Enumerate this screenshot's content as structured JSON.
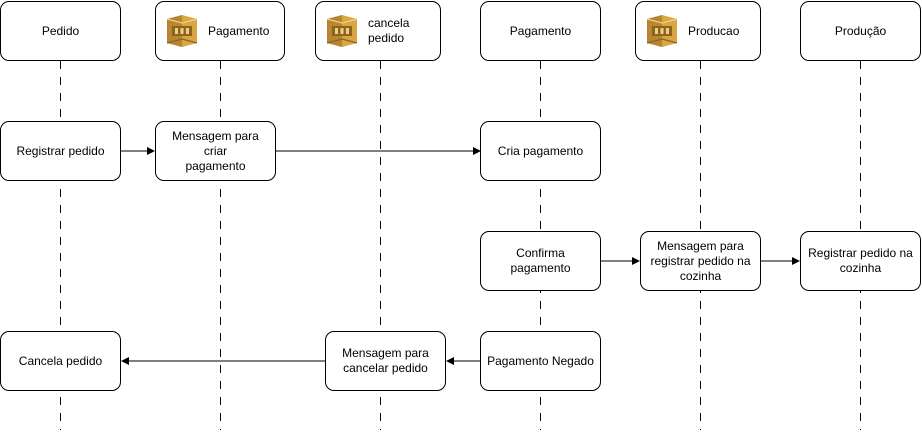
{
  "headers": {
    "pedido": "Pedido",
    "pagamento_queue": "Pagamento",
    "cancela_queue": "cancela\npedido",
    "pagamento": "Pagamento",
    "producao_queue": "Producao",
    "producao": "Produção"
  },
  "steps": {
    "registrar_pedido": "Registrar pedido",
    "mensagem_criar_pagamento": "Mensagem para criar\npagamento",
    "cria_pagamento": "Cria pagamento",
    "confirma_pagamento": "Confirma pagamento",
    "mensagem_registrar_cozinha": "Mensagem para\nregistrar pedido na\ncozinha",
    "registrar_pedido_cozinha": "Registrar pedido na\ncozinha",
    "pagamento_negado": "Pagamento Negado",
    "mensagem_cancelar_pedido": "Mensagem para\ncancelar pedido",
    "cancela_pedido": "Cancela pedido"
  },
  "icons": {
    "queue": "aws-sqs-queue-icon"
  },
  "colors": {
    "icon_gold": "#d9a741",
    "icon_dark": "#8c6421",
    "icon_light": "#f2cf7d",
    "line": "#000000"
  }
}
